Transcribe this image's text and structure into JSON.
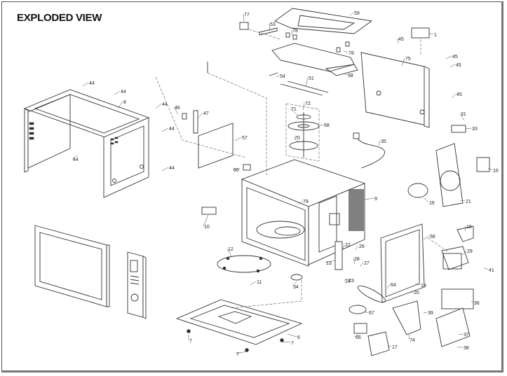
{
  "title": "EXPLODED VIEW",
  "parts": [
    {
      "id": "1",
      "label": "1"
    },
    {
      "id": "6",
      "label": "6"
    },
    {
      "id": "7a",
      "label": "7"
    },
    {
      "id": "7b",
      "label": "7"
    },
    {
      "id": "7c",
      "label": "7"
    },
    {
      "id": "8",
      "label": "8"
    },
    {
      "id": "9",
      "label": "9"
    },
    {
      "id": "10",
      "label": "10"
    },
    {
      "id": "11",
      "label": "11"
    },
    {
      "id": "12",
      "label": "12"
    },
    {
      "id": "13",
      "label": "13"
    },
    {
      "id": "15",
      "label": "15"
    },
    {
      "id": "16",
      "label": "16"
    },
    {
      "id": "17",
      "label": "17"
    },
    {
      "id": "18",
      "label": "18"
    },
    {
      "id": "19",
      "label": "19"
    },
    {
      "id": "20",
      "label": "20"
    },
    {
      "id": "21",
      "label": "21"
    },
    {
      "id": "22",
      "label": "22"
    },
    {
      "id": "23",
      "label": "23"
    },
    {
      "id": "24",
      "label": "24"
    },
    {
      "id": "26",
      "label": "26"
    },
    {
      "id": "27",
      "label": "27"
    },
    {
      "id": "28",
      "label": "28"
    },
    {
      "id": "29",
      "label": "29"
    },
    {
      "id": "31",
      "label": "31"
    },
    {
      "id": "33",
      "label": "33"
    },
    {
      "id": "34",
      "label": "34"
    },
    {
      "id": "35",
      "label": "35"
    },
    {
      "id": "36",
      "label": "36"
    },
    {
      "id": "37",
      "label": "37"
    },
    {
      "id": "38",
      "label": "38"
    },
    {
      "id": "39",
      "label": "39"
    },
    {
      "id": "41",
      "label": "41"
    },
    {
      "id": "44a",
      "label": "44"
    },
    {
      "id": "44b",
      "label": "44"
    },
    {
      "id": "44c",
      "label": "44"
    },
    {
      "id": "44d",
      "label": "44"
    },
    {
      "id": "44e",
      "label": "44"
    },
    {
      "id": "44f",
      "label": "44"
    },
    {
      "id": "45a",
      "label": "45"
    },
    {
      "id": "45b",
      "label": "45"
    },
    {
      "id": "45c",
      "label": "45"
    },
    {
      "id": "45d",
      "label": "45"
    },
    {
      "id": "46",
      "label": "46"
    },
    {
      "id": "47",
      "label": "47"
    },
    {
      "id": "51",
      "label": "51"
    },
    {
      "id": "53",
      "label": "53"
    },
    {
      "id": "54",
      "label": "54"
    },
    {
      "id": "56",
      "label": "56"
    },
    {
      "id": "57",
      "label": "57"
    },
    {
      "id": "58",
      "label": "58"
    },
    {
      "id": "59",
      "label": "59"
    },
    {
      "id": "60",
      "label": "60"
    },
    {
      "id": "64",
      "label": "64"
    },
    {
      "id": "66",
      "label": "66"
    },
    {
      "id": "67",
      "label": "67"
    },
    {
      "id": "68",
      "label": "68"
    },
    {
      "id": "70",
      "label": "70"
    },
    {
      "id": "71",
      "label": "71"
    },
    {
      "id": "72",
      "label": "72"
    },
    {
      "id": "74",
      "label": "74"
    },
    {
      "id": "75",
      "label": "75"
    },
    {
      "id": "77",
      "label": "77"
    },
    {
      "id": "78a",
      "label": "78"
    },
    {
      "id": "78b",
      "label": "78"
    },
    {
      "id": "79",
      "label": "79"
    }
  ]
}
